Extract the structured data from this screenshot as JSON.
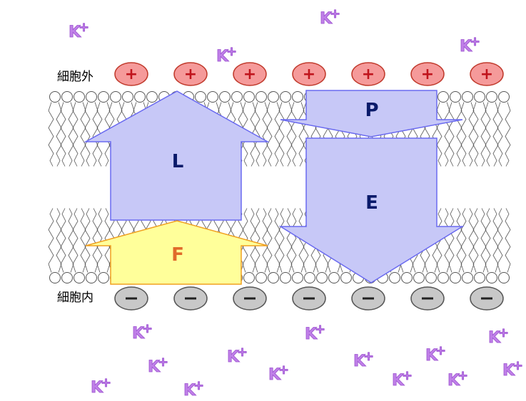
{
  "labels": {
    "outside": "細胞外",
    "inside": "細胞内"
  },
  "charges": {
    "positive": "+",
    "negative": "−",
    "count": 7
  },
  "ion": {
    "symbol": "K",
    "charge": "+"
  },
  "arrows": {
    "L": "L",
    "P": "P",
    "E": "E",
    "F": "F"
  },
  "colors": {
    "positive_fill": "#f59a9a",
    "positive_stroke": "#c0392b",
    "positive_sign": "#c0141c",
    "negative_fill": "#c8c8c8",
    "negative_stroke": "#555555",
    "arrow_blue_fill": "#c7c8f7",
    "arrow_blue_stroke": "#6a6af0",
    "arrow_yellow_fill": "#ffff9a",
    "arrow_yellow_stroke": "#f0a020",
    "letter_blue": "#0a1a6a",
    "letter_orange": "#e06a2a",
    "ion_color": "#c080e8"
  }
}
